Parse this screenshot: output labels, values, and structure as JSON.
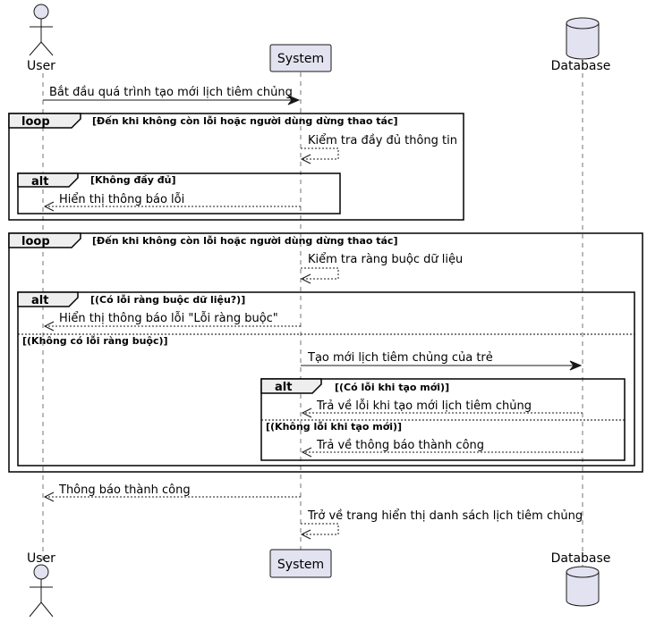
{
  "participants": {
    "user": "User",
    "system": "System",
    "database": "Database"
  },
  "messages": {
    "m1": "Bắt đầu quá trình tạo mới lịch tiêm chủng",
    "m2": "Kiểm tra đầy đủ thông tin",
    "m3": "Hiển thị thông báo lỗi",
    "m4": "Kiểm tra ràng buộc dữ liệu",
    "m5": "Hiển thị thông báo lỗi \"Lỗi ràng buộc\"",
    "m6": "Tạo mới lịch tiêm chủng của trẻ",
    "m7": "Trả về lỗi khi tạo mới lịch tiêm chủng",
    "m8": "Trả về thông báo thành công",
    "m9": "Thông báo thành công",
    "m10": "Trở về trang hiển thị danh sách lịch tiêm chủng"
  },
  "fragments": {
    "loop1": {
      "tag": "loop",
      "guard": "[Đến khi không còn lỗi hoặc người dùng dừng thao tác]"
    },
    "alt1": {
      "tag": "alt",
      "guard": "[Không đầy đủ]"
    },
    "loop2": {
      "tag": "loop",
      "guard": "[Đến khi không còn lỗi hoặc người dùng dừng thao tác]"
    },
    "alt2": {
      "tag": "alt",
      "guard": "[(Có lỗi ràng buộc dữ liệu?)]",
      "else_guard": "[(Không có lỗi ràng buộc)]"
    },
    "alt3": {
      "tag": "alt",
      "guard": "[(Có lỗi khi tạo mới)]",
      "else_guard": "[(Không lỗi khi tạo mới)]"
    }
  },
  "colors": {
    "participant_fill": "#E2E2F0",
    "participant_stroke": "#181818",
    "fragment_tag_fill": "#EEEEEE"
  }
}
